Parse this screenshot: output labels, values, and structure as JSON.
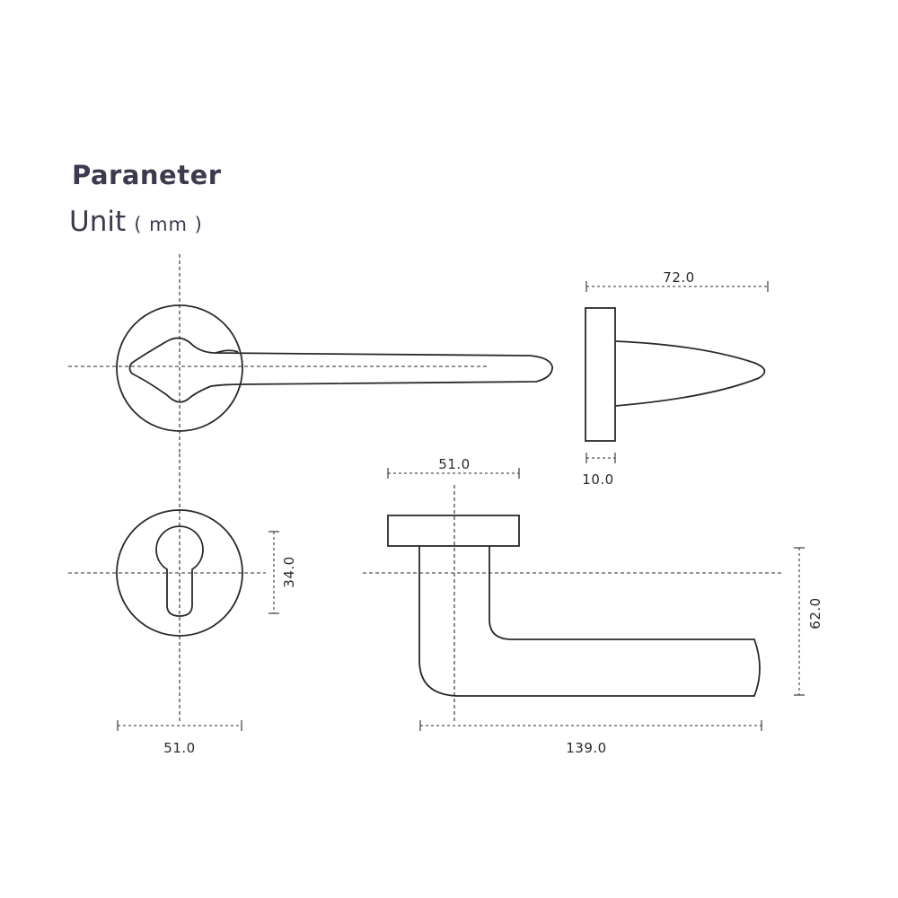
{
  "header": {
    "title": "Paraneter",
    "unit_label": "Unit",
    "unit_value": "( mm )"
  },
  "dimensions": {
    "side_depth": "72.0",
    "rose_thickness": "10.0",
    "rose_width_top": "51.0",
    "keyhole_height": "34.0",
    "rose_diameter": "51.0",
    "handle_length": "139.0",
    "handle_height": "62.0"
  },
  "colors": {
    "title": "#3b3a4e",
    "lines": "#2a2a2a"
  }
}
